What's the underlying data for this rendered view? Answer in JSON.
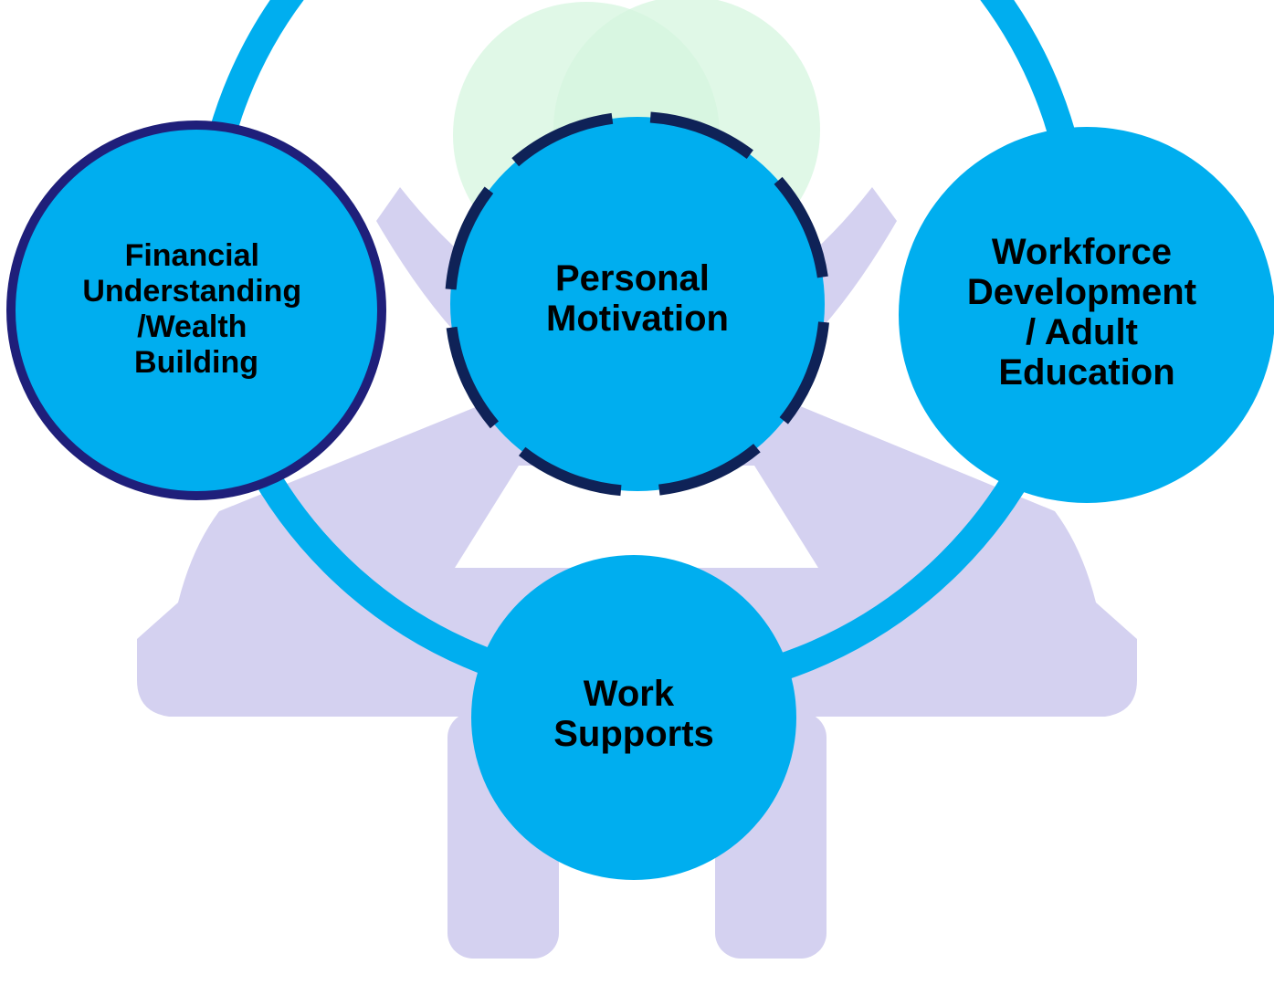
{
  "colors": {
    "background": "#ffffff",
    "person_silhouette": "#d4d1f0",
    "head_glow": "#d6f6df",
    "ring": "#00aeef",
    "node_fill": "#00aeef",
    "solid_border": "#1f1f7a",
    "dashed_border": "#0f2257",
    "label_text": "#000000"
  },
  "diagram": {
    "nodes": [
      {
        "id": "financial",
        "lines": [
          "Financial",
          "Understanding",
          "/Wealth",
          "Building"
        ],
        "border": "solid"
      },
      {
        "id": "personal",
        "lines": [
          "Personal",
          "Motivation"
        ],
        "border": "dashed"
      },
      {
        "id": "workforce",
        "lines": [
          "Workforce",
          "Development",
          "/ Adult",
          "Education"
        ],
        "border": "none"
      },
      {
        "id": "supports",
        "lines": [
          "Work",
          "Supports"
        ],
        "border": "none"
      }
    ]
  }
}
